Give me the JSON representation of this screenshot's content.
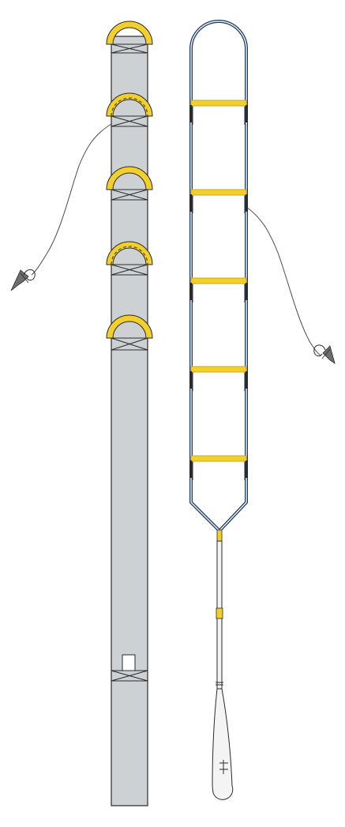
{
  "colors": {
    "background": "#ffffff",
    "panel_fill": "#cdd1d4",
    "outline": "#2a2a2a",
    "strap_yellow": "#f2cf2a",
    "strap_yellow_dark": "#c9a81a",
    "loop_blue": "#1f3a5f",
    "rod_fill": "#f4f4f4",
    "dashed_loop": "#333333",
    "clip_gray": "#6e6e6e",
    "cord_gray": "#4a4a4a"
  },
  "left_view": {
    "solid_handles": 3,
    "dashed_handles": 2,
    "base_window": true,
    "clip_icon": "clip-icon"
  },
  "right_view": {
    "rungs": 5,
    "rod_joints": 2,
    "clip_icon": "clip-icon"
  }
}
